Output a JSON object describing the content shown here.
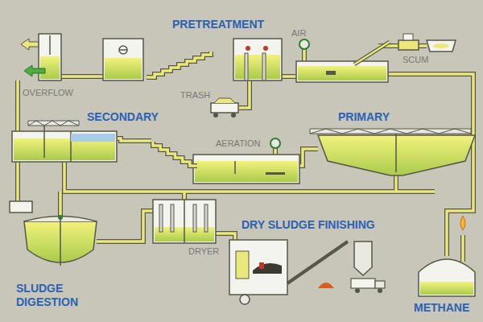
{
  "diagram": {
    "labels": [
      "PRETREATMENT",
      "AIR",
      "SCUM",
      "OVERFLOW",
      "TRASH",
      "SECONDARY",
      "PRIMARY",
      "AERATION",
      "DRY SLUDGE FINISHING",
      "SLUDGE DIGESTION",
      "DRYER",
      "METHANE"
    ]
  }
}
